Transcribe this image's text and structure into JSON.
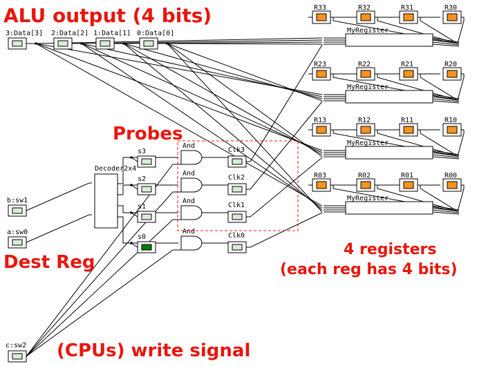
{
  "annotations": {
    "alu_output": "ALU output (4 bits)",
    "probes": "Probes",
    "dest_reg": "Dest Reg",
    "write_signal": "(CPUs) write signal",
    "registers_line1": "4 registers",
    "registers_line2": "(each reg has 4 bits)"
  },
  "alu_data": [
    {
      "label": "3:Data[3]"
    },
    {
      "label": "2:Data[2]"
    },
    {
      "label": "1:Data[1]"
    },
    {
      "label": "0:Data[0]"
    }
  ],
  "dest_inputs": [
    {
      "label": "b:sw1"
    },
    {
      "label": "a:sw0"
    }
  ],
  "write_input": {
    "label": "c:sw2"
  },
  "decoder": {
    "label": "Decoder2x4"
  },
  "probes": [
    {
      "label": "s3",
      "active": false
    },
    {
      "label": "s2",
      "active": false
    },
    {
      "label": "s1",
      "active": false
    },
    {
      "label": "s0",
      "active": true
    }
  ],
  "and_gates": [
    {
      "label": "And"
    },
    {
      "label": "And"
    },
    {
      "label": "And"
    },
    {
      "label": "And"
    }
  ],
  "clocks": [
    {
      "label": "Clk3"
    },
    {
      "label": "Clk2"
    },
    {
      "label": "Clk1"
    },
    {
      "label": "Clk0"
    }
  ],
  "registers": [
    {
      "label": "MyRegister",
      "bits": [
        "R33",
        "R32",
        "R31",
        "R30"
      ]
    },
    {
      "label": "MyRegister",
      "bits": [
        "R23",
        "R22",
        "R21",
        "R20"
      ]
    },
    {
      "label": "MyRegister",
      "bits": [
        "R13",
        "R12",
        "R11",
        "R10"
      ]
    },
    {
      "label": "MyRegister",
      "bits": [
        "R03",
        "R02",
        "R01",
        "R00"
      ]
    }
  ],
  "colors": {
    "annotation": "#e8160c",
    "led_off": "#f7931e",
    "probe_on": "#0a7a0a",
    "probe_off": "#d9ecd9",
    "dashed_box": "#e8160c"
  }
}
